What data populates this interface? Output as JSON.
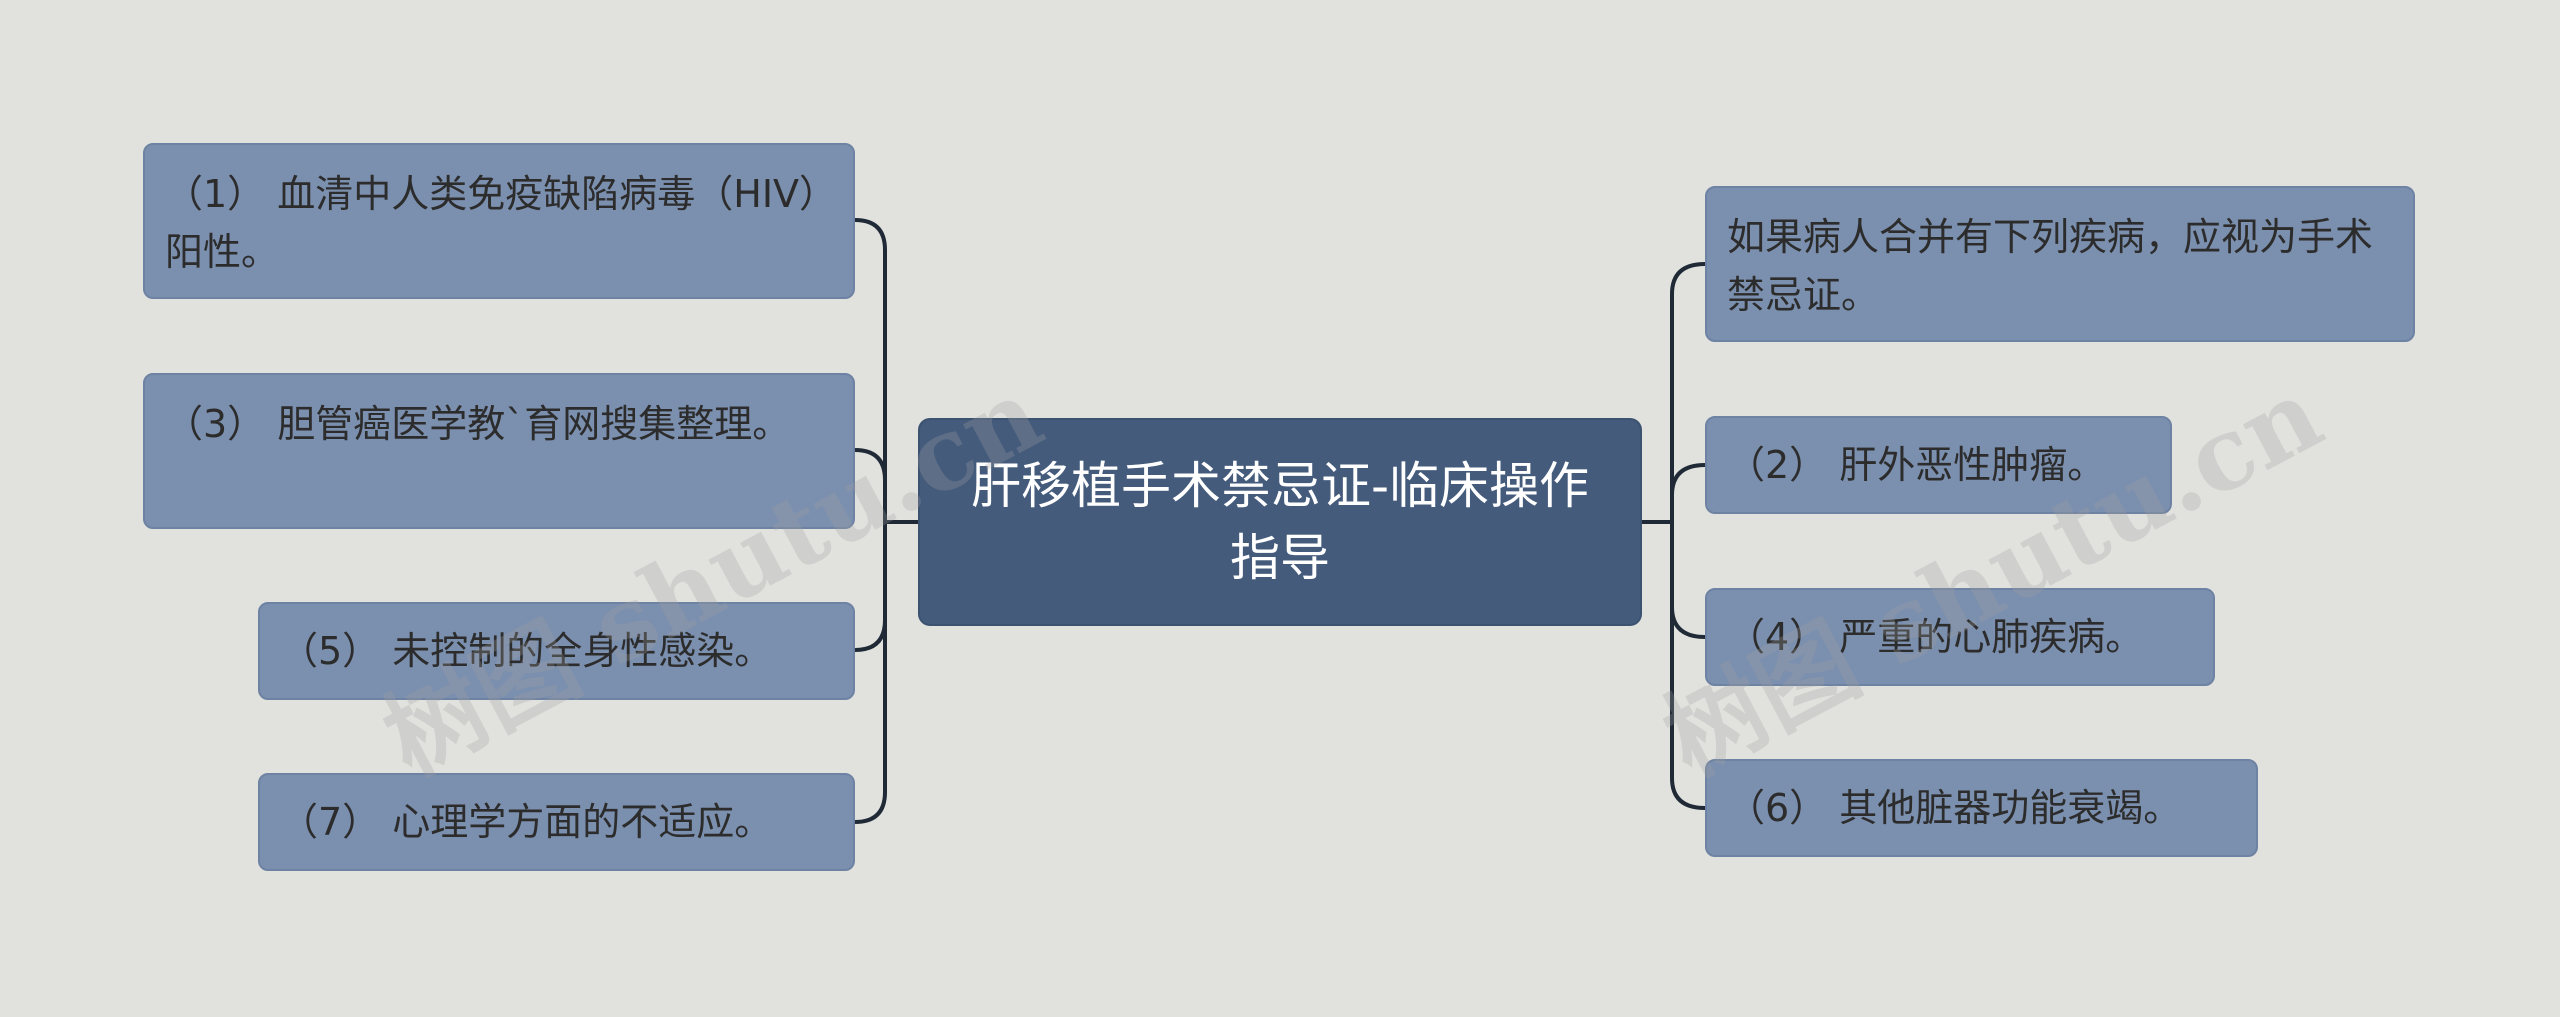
{
  "root": {
    "title": "肝移植手术禁忌证-临床操作指导"
  },
  "left_nodes": [
    {
      "text": "（1） 血清中人类免疫缺陷病毒（HIV）阳性。"
    },
    {
      "text": "（3） 胆管癌医学教`育网搜集整理。"
    },
    {
      "text": "（5） 未控制的全身性感染。"
    },
    {
      "text": "（7） 心理学方面的不适应。"
    }
  ],
  "right_nodes": [
    {
      "text": "如果病人合并有下列疾病，应视为手术禁忌证。"
    },
    {
      "text": "（2） 肝外恶性肿瘤。"
    },
    {
      "text": "（4） 严重的心肺疾病。"
    },
    {
      "text": "（6） 其他脏器功能衰竭。"
    }
  ],
  "watermarks": [
    "树图 shutu.cn",
    "树图 shutu.cn"
  ],
  "colors": {
    "background": "#e1e2de",
    "root_fill": "#445b7c",
    "node_fill": "#7b8fae",
    "connector": "#1f2a36"
  }
}
